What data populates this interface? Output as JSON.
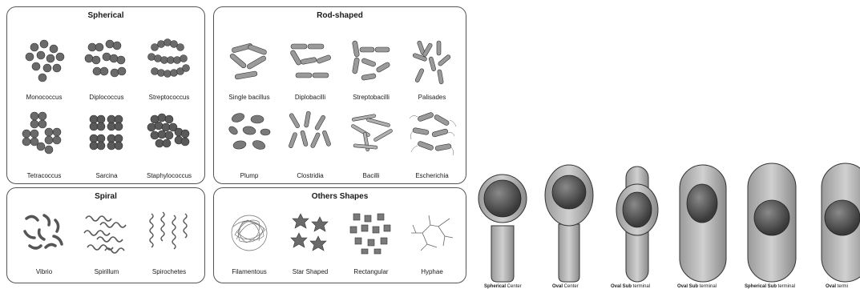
{
  "panels": {
    "spherical": {
      "title": "Spherical",
      "items": [
        "Monococcus",
        "Diplococcus",
        "Streptococcus",
        "Tetracoccus",
        "Sarcina",
        "Staphylococcus"
      ]
    },
    "rod": {
      "title": "Rod-shaped",
      "items": [
        "Single bacillus",
        "Diplobacilli",
        "Streptobacilli",
        "Palisades",
        "Plump",
        "Clostridia",
        "Bacilli",
        "Escherichia"
      ]
    },
    "spiral": {
      "title": "Spiral",
      "items": [
        "Vibrio",
        "Spirillum",
        "Spirochetes"
      ]
    },
    "others": {
      "title": "Others Shapes",
      "items": [
        "Filamentous",
        "Star Shaped",
        "Rectangular",
        "Hyphae"
      ]
    }
  },
  "spores": [
    {
      "bold": "Spherical",
      "rest": " Center"
    },
    {
      "bold": "Oval",
      "rest": " Center"
    },
    {
      "bold": "Oval Sub",
      "rest": " terminal"
    },
    {
      "bold": "Oval Sub",
      "rest": " terminal"
    },
    {
      "bold": "Spherical Sub",
      "rest": " terminal"
    },
    {
      "bold": "Oval",
      "rest": " termi"
    }
  ],
  "colors": {
    "cell_dark": "#4a4a4a",
    "cell_mid": "#8a8a8a",
    "cell_light": "#c8c8c8",
    "border": "#555555"
  }
}
